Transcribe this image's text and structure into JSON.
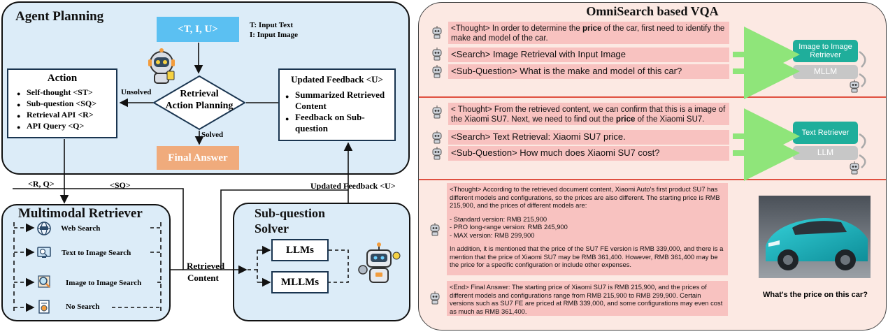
{
  "agent_planning": {
    "title": "Agent Planning",
    "input_label": "<T, I, U>",
    "legend_t": "T: Input Text",
    "legend_i": "I: Input Image",
    "action_title": "Action",
    "actions": [
      "Self-thought <ST>",
      "Sub-question <SQ>",
      "Retrieval API <R>",
      "API Query <Q>"
    ],
    "diamond_line1": "Retrieval",
    "diamond_line2": "Action Planning",
    "unsolved": "Unsolved",
    "solved": "Solved",
    "final_answer": "Final Answer",
    "feedback_title": "Updated Feedback <U>",
    "feedback_items": [
      "Summarized Retrieved Content",
      "Feedback on Sub-question"
    ]
  },
  "connectors": {
    "rq": "<R, Q>",
    "sq": "<SQ>",
    "updated_feedback": "Updated Feedback <U>",
    "retrieved_line1": "Retrieved",
    "retrieved_line2": "Content"
  },
  "retriever": {
    "title": "Multimodal Retriever",
    "items": [
      "Web Search",
      "Text to Image Search",
      "Image to Image Search",
      "No Search"
    ]
  },
  "solver": {
    "title_line1": "Sub-question",
    "title_line2": "Solver",
    "llms": "LLMs",
    "mllms": "MLLMs"
  },
  "omni": {
    "title": "OmniSearch based VQA",
    "s1": {
      "thought_pre": "<Thought> In order to determine the ",
      "thought_bold": "price",
      "thought_post": " of the car, first need to identify the make and model of the car.",
      "search": "<Search> Image Retrieval with Input Image",
      "subq": "<Sub-Question> What is the make and model of this car?",
      "tool1": "Image to Image Retriever",
      "tool2": "MLLM"
    },
    "s2": {
      "thought_pre": "< Thought> From the retrieved content, we can confirm that this is a image of the Xiaomi SU7. Next, we need to find out the ",
      "thought_bold": "price",
      "thought_post": " of the Xiaomi SU7.",
      "search": "<Search> Text Retrieval: Xiaomi SU7 price.",
      "subq": "<Sub-Question> How much does Xiaomi SU7 cost?",
      "tool1": "Text Retriever",
      "tool2": "LLM"
    },
    "s3": {
      "thought_p1": "<Thought> According to the retrieved document content, Xiaomi Auto's first product SU7 has different models and configurations, so the prices are also different. The starting price is RMB 215,900, and the prices of different models are:",
      "versions": [
        "- Standard version: RMB 215,900",
        "- PRO long-range version: RMB 245,900",
        "- MAX version: RMB 299,900"
      ],
      "thought_p2": "In addition, it is mentioned that the price of the SU7 FE version is RMB 339,000, and there is a mention that the price of Xiaomi SU7 may be RMB 361,400. However, RMB 361,400 may be the price for a specific configuration or include other expenses.",
      "final": "<End> Final Answer: The starting price of Xiaomi SU7 is RMB 215,900, and the prices of different models and configurations range from RMB 215,900 to RMB 299,900. Certain versions such as SU7 FE are priced at RMB 339,000, and some configurations may even cost as much as RMB 361,400.",
      "question": "What's the price on this car?"
    }
  },
  "colors": {
    "panel_blue": "#dcecf8",
    "input_blue": "#5bc0f2",
    "final_orange": "#f0ab7c",
    "omni_bg": "#fce9e3",
    "pink": "#f8c2c0",
    "teal": "#1fae9b",
    "gray": "#c7c7c7",
    "arrow_green": "#8fe57a",
    "divider_red": "#e05040"
  }
}
